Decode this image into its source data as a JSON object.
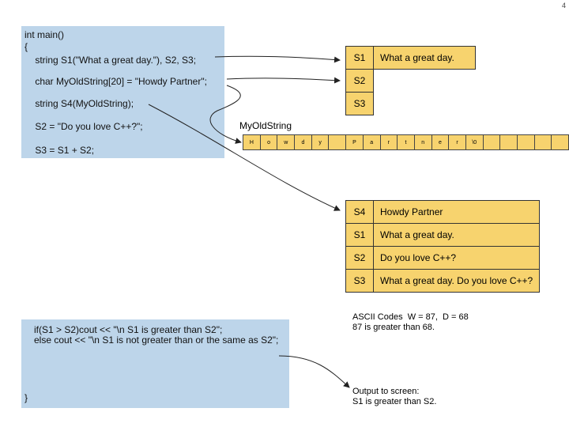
{
  "page_number": "4",
  "code_top": {
    "lines": [
      "int main()",
      "{",
      "    string S1(\"What a great day.\"), S2, S3;",
      "    char MyOldString[20] = \"Howdy Partner\";",
      "    string S4(MyOldString);",
      "    S2 = \"Do you love C++?\";",
      "    S3 = S1 + S2;"
    ]
  },
  "code_bottom": {
    "lines": [
      "if(S1 > S2)cout << \"\\n S1 is greater than S2\";",
      "else cout << \"\\n S1 is not greater than or the same as S2\";",
      "}"
    ]
  },
  "table1": {
    "rows": [
      {
        "label": "S1",
        "value": "What a great day."
      },
      {
        "label": "S2",
        "value": ""
      },
      {
        "label": "S3",
        "value": ""
      }
    ]
  },
  "array": {
    "label": "MyOldString",
    "cells": [
      "H",
      "o",
      "w",
      "d",
      "y",
      "",
      "P",
      "a",
      "r",
      "t",
      "n",
      "e",
      "r",
      "\\0",
      "",
      "",
      "",
      "",
      "",
      ""
    ]
  },
  "table2": {
    "rows": [
      {
        "label": "S4",
        "value": "Howdy Partner"
      },
      {
        "label": "S1",
        "value": "What a great day."
      },
      {
        "label": "S2",
        "value": "Do you love C++?"
      },
      {
        "label": "S3",
        "value": "What a great day. Do you love C++?"
      }
    ]
  },
  "ascii_note": {
    "line1": "ASCII Codes  W = 87,  D = 68",
    "line2": "87 is greater than 68."
  },
  "output_note": {
    "line1": "Output to screen:",
    "line2": "S1 is greater than S2."
  },
  "colors": {
    "code_bg": "#bdd5ea",
    "table_bg": "#f7d36e"
  }
}
